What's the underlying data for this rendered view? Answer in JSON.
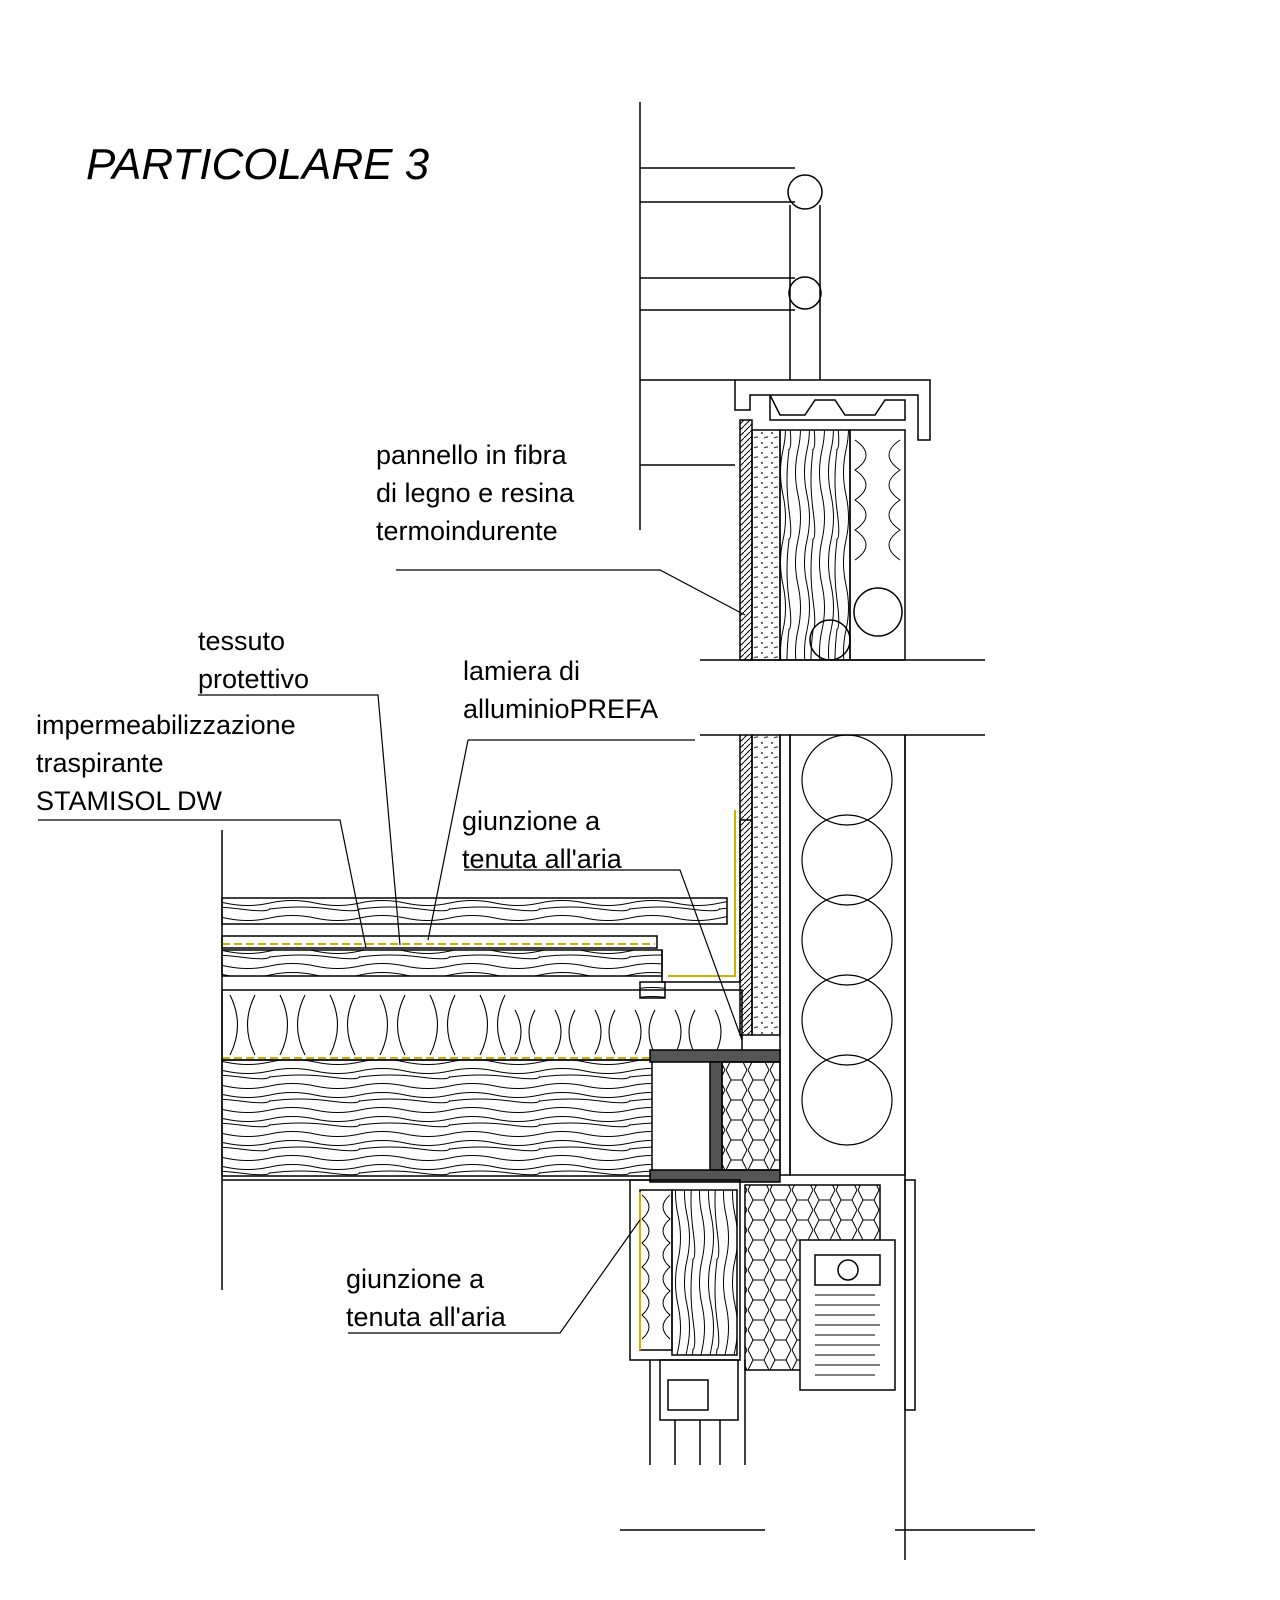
{
  "title": "PARTICOLARE 3",
  "labels": {
    "pannello": [
      "pannello in fibra",
      "di legno e resina",
      "termoindurente"
    ],
    "tessuto": [
      "tessuto",
      "protettivo"
    ],
    "lamiera": [
      "lamiera di",
      "alluminioPREFA"
    ],
    "impermeabilizzazione": [
      "impermeabilizzazione",
      "traspirante",
      "STAMISOL DW"
    ],
    "giunzione_top": [
      "giunzione a",
      "tenuta all'aria"
    ],
    "giunzione_bottom": [
      "giunzione a",
      "tenuta all'aria"
    ]
  },
  "colors": {
    "line": "#000000",
    "membrane": "#c8b400",
    "steel": "#555555"
  }
}
